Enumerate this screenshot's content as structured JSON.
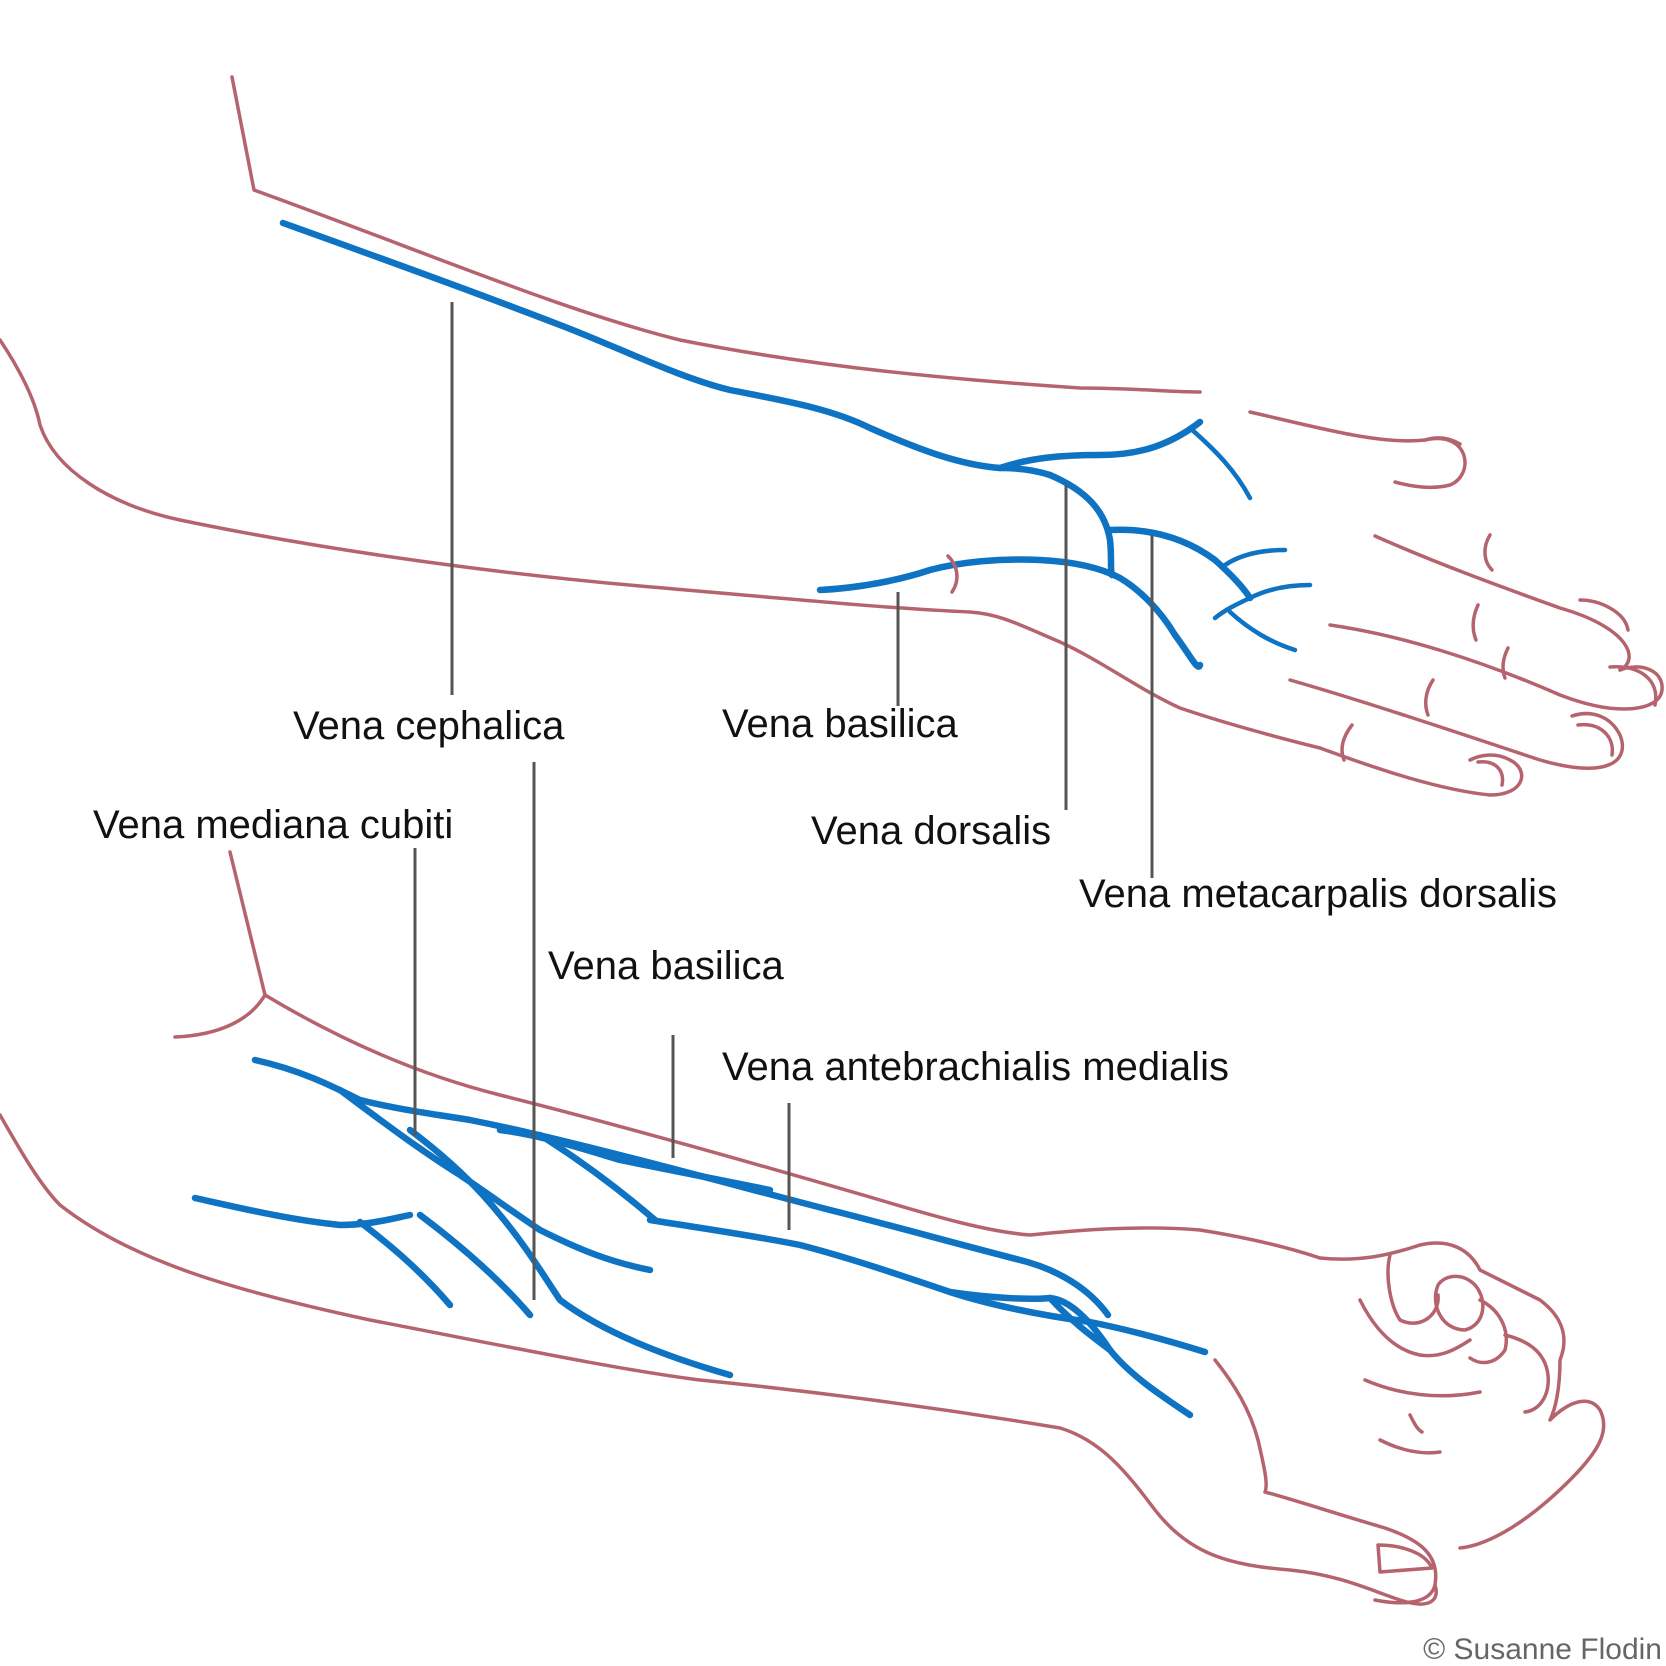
{
  "colors": {
    "skin_outline": "#b5646e",
    "vein": "#0e73c2",
    "leader_line": "#555555",
    "label_text": "#111111",
    "credit_text": "#666666"
  },
  "upper_figure": {
    "view": "dorsal-hand-forearm",
    "labels": {
      "cephalica": "Vena cephalica",
      "basilica": "Vena basilica",
      "dorsalis": "Vena dorsalis",
      "metacarpalis": "Vena metacarpalis dorsalis"
    }
  },
  "lower_figure": {
    "view": "palmar-forearm",
    "labels": {
      "mediana_cubiti": "Vena mediana cubiti",
      "basilica": "Vena basilica",
      "antebrachialis": "Vena antebrachialis medialis"
    }
  },
  "credit": "© Susanne Flodin"
}
